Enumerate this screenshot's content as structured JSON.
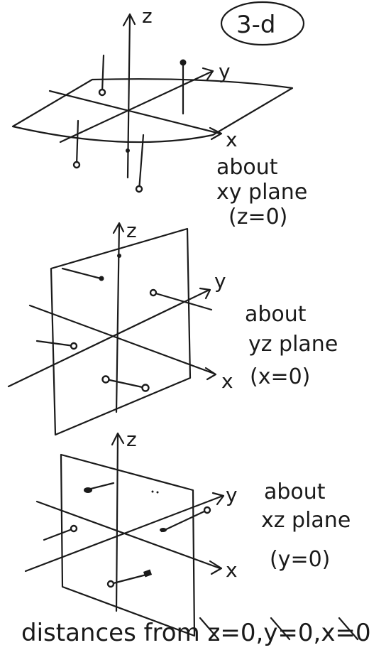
{
  "title": "3-d",
  "panels": [
    {
      "id": "xy",
      "axis_labels": {
        "z": "z",
        "y": "y",
        "x": "x"
      },
      "caption": [
        "about",
        "xy plane",
        "(z=0)"
      ]
    },
    {
      "id": "yz",
      "axis_labels": {
        "z": "z",
        "y": "y",
        "x": "x"
      },
      "caption": [
        "about",
        "yz plane",
        "(x=0)"
      ]
    },
    {
      "id": "xz",
      "axis_labels": {
        "z": "z",
        "y": "y",
        "x": "x"
      },
      "caption": [
        "about",
        "xz plane",
        "(y=0)"
      ]
    }
  ],
  "footer": {
    "prefix": "distances from ",
    "items": [
      "z=0,",
      "y=0,",
      "x=0"
    ]
  }
}
